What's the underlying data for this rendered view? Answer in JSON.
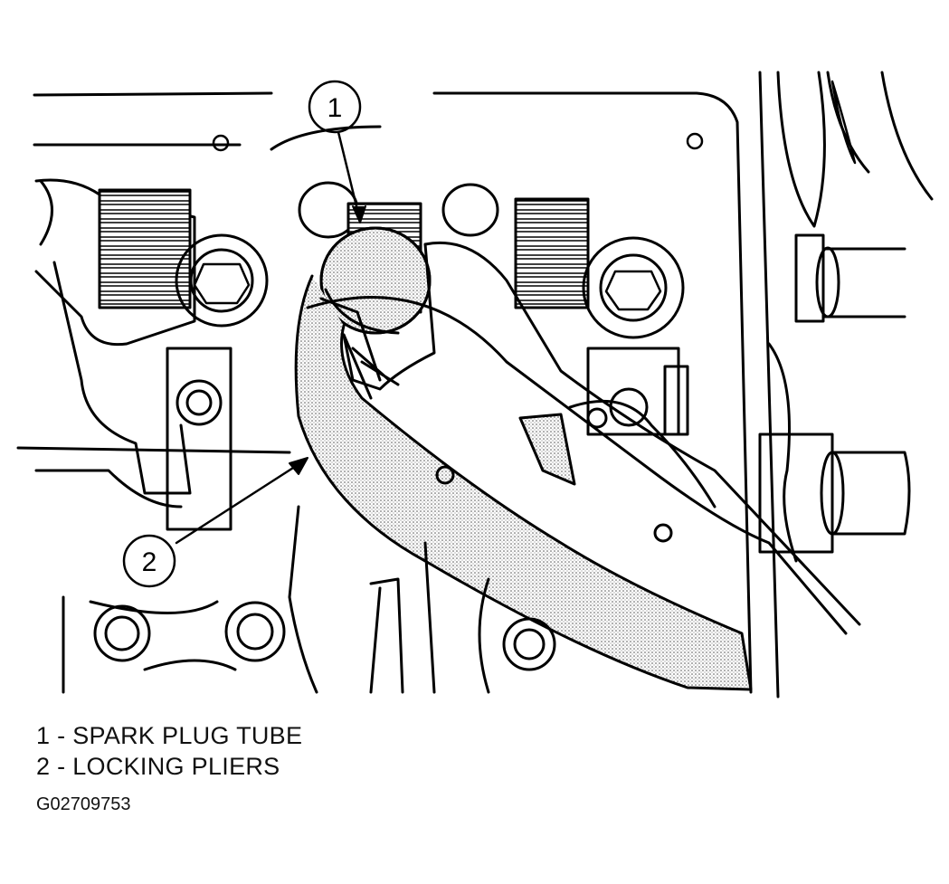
{
  "callouts": [
    {
      "number": "1"
    },
    {
      "number": "2"
    }
  ],
  "legend": [
    {
      "text": "1 - SPARK PLUG TUBE"
    },
    {
      "text": "2 - LOCKING PLIERS"
    }
  ],
  "figure_id": "G02709753"
}
